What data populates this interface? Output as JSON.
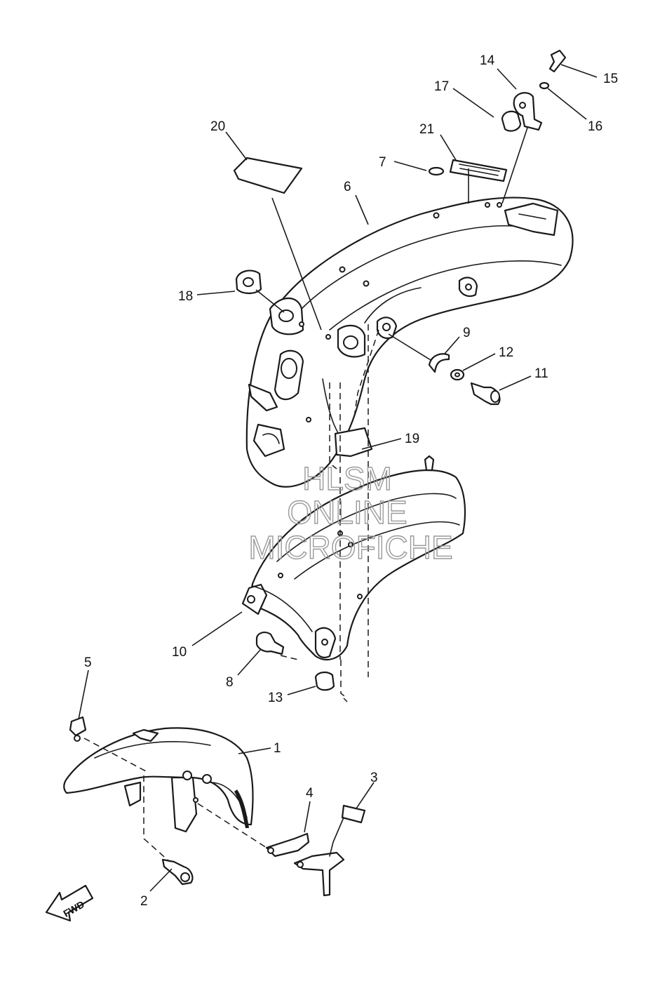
{
  "callouts": [
    {
      "id": "1",
      "label": "1"
    },
    {
      "id": "2",
      "label": "2"
    },
    {
      "id": "3",
      "label": "3"
    },
    {
      "id": "4",
      "label": "4"
    },
    {
      "id": "5",
      "label": "5"
    },
    {
      "id": "6",
      "label": "6"
    },
    {
      "id": "7",
      "label": "7"
    },
    {
      "id": "8",
      "label": "8"
    },
    {
      "id": "9",
      "label": "9"
    },
    {
      "id": "10",
      "label": "10"
    },
    {
      "id": "11",
      "label": "11"
    },
    {
      "id": "12",
      "label": "12"
    },
    {
      "id": "13",
      "label": "13"
    },
    {
      "id": "14",
      "label": "14"
    },
    {
      "id": "15",
      "label": "15"
    },
    {
      "id": "16",
      "label": "16"
    },
    {
      "id": "17",
      "label": "17"
    },
    {
      "id": "18",
      "label": "18"
    },
    {
      "id": "19",
      "label": "19"
    },
    {
      "id": "20",
      "label": "20"
    },
    {
      "id": "21",
      "label": "21"
    }
  ],
  "watermark": {
    "line1": "HLSM",
    "line2": "ONLINE",
    "line3": "MICROFICHE"
  },
  "fwd_arrow": {
    "label": "FWD"
  }
}
